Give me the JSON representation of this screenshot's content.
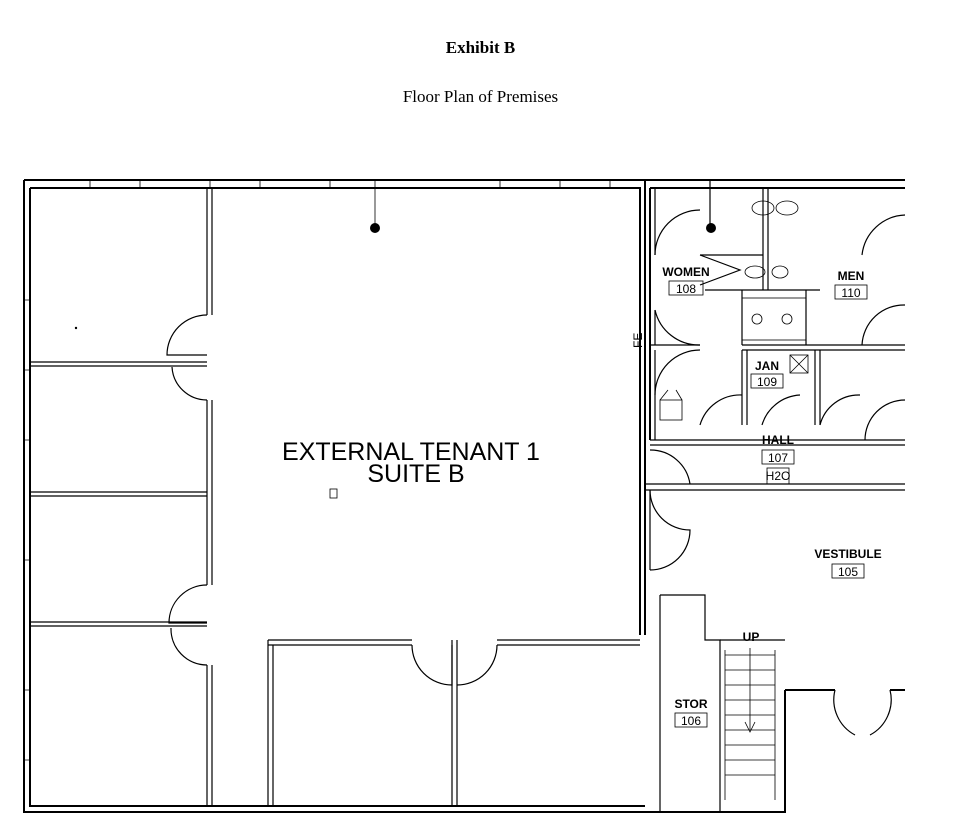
{
  "header": {
    "title": "Exhibit B",
    "subtitle": "Floor Plan of Premises"
  },
  "suite": {
    "line1": "EXTERNAL TENANT 1",
    "line2": "SUITE B"
  },
  "rooms": {
    "women": {
      "name": "WOMEN",
      "number": "108"
    },
    "men": {
      "name": "MEN",
      "number": "110"
    },
    "jan": {
      "name": "JAN",
      "number": "109"
    },
    "hall": {
      "name": "HALL",
      "number": "107"
    },
    "vestibule": {
      "name": "VESTIBULE",
      "number": "105"
    },
    "stor": {
      "name": "STOR",
      "number": "106"
    }
  },
  "stair": {
    "direction_label": "UP"
  },
  "fixtures": {
    "fe_label": "FE",
    "h2o_label": "H2O"
  }
}
